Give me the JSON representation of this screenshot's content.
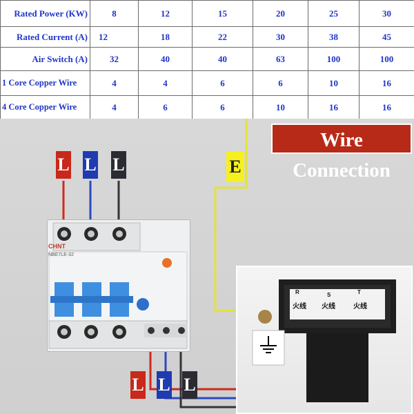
{
  "table": {
    "rows": [
      {
        "label": "Rated Power (KW)",
        "values": [
          "8",
          "12",
          "15",
          "20",
          "25",
          "30"
        ]
      },
      {
        "label": "Rated Current (A)",
        "values": [
          "12",
          "18",
          "22",
          "30",
          "38",
          "45"
        ]
      },
      {
        "label": "Air Switch (A)",
        "values": [
          "32",
          "40",
          "40",
          "63",
          "100",
          "100"
        ]
      },
      {
        "label": "1 Core Copper Wire",
        "values": [
          "4",
          "4",
          "6",
          "6",
          "10",
          "16"
        ]
      },
      {
        "label": "4 Core Copper Wire",
        "values": [
          "4",
          "6",
          "6",
          "10",
          "16",
          "16"
        ]
      }
    ]
  },
  "wire_connection": "Wire Connection",
  "tags": {
    "top": [
      "L",
      "L",
      "L"
    ],
    "bottom": [
      "L",
      "L",
      "L"
    ],
    "earth": "E"
  },
  "breaker": {
    "brand": "CHNT",
    "model": "NBE7LE-32"
  },
  "terminal_block": {
    "letters": [
      "R",
      "S",
      "T"
    ],
    "labels": [
      "火线",
      "火线",
      "火线"
    ]
  },
  "colors": {
    "table_text": "#1f35c8",
    "red_wire": "#d0291c",
    "blue_wire": "#2c48c2",
    "dark_wire": "#343438",
    "earth_wire": "#e4e23a",
    "title_bg": "#b82a18"
  }
}
